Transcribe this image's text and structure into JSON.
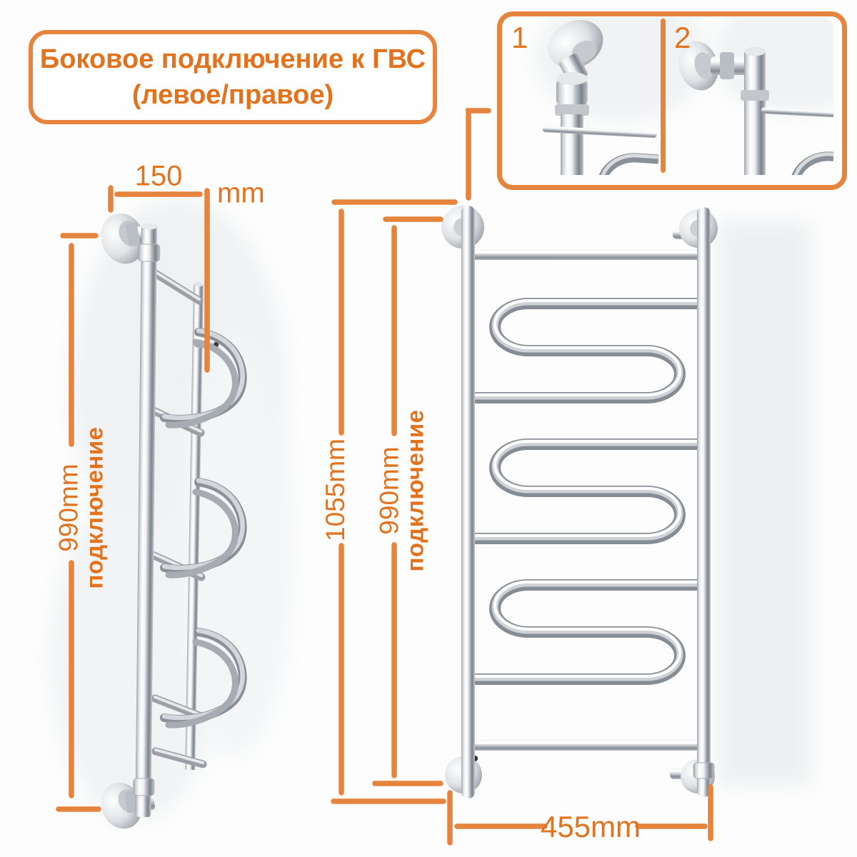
{
  "colors": {
    "accent_text": "#e2731e",
    "accent_line": "#e6833c"
  },
  "title": {
    "line1": "Боковое подключение к ГВС",
    "line2": "(левое/правое)"
  },
  "detail_inset": {
    "view1_label": "1",
    "view2_label": "2"
  },
  "dimensions": {
    "depth": {
      "value": "150",
      "unit": "mm"
    },
    "side_connection": {
      "value": "990mm",
      "label": "подключение"
    },
    "total_height": {
      "value": "1055mm"
    },
    "front_connection": {
      "value": "990mm",
      "label": "подключение"
    },
    "bottom_width": {
      "value": "455mm"
    }
  }
}
